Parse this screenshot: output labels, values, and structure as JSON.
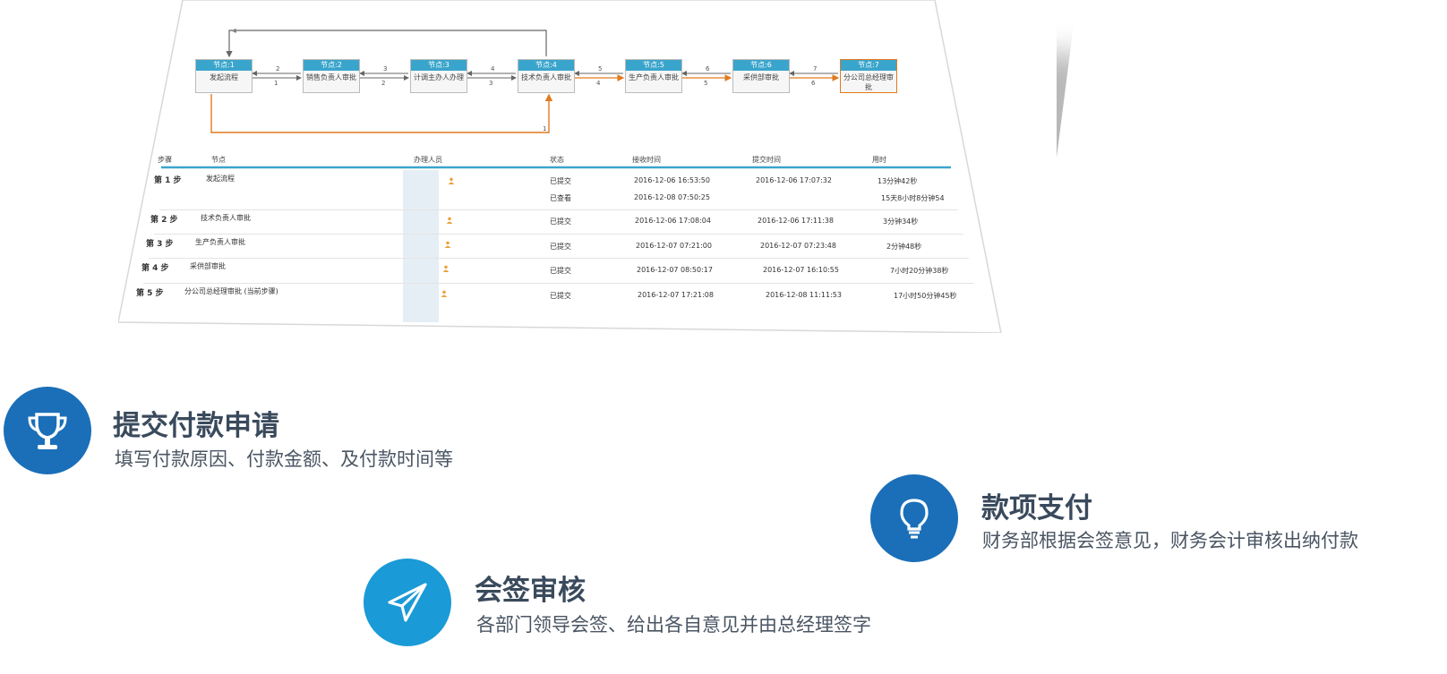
{
  "flow": {
    "nodes": [
      {
        "head": "节点:1",
        "body": "发起流程"
      },
      {
        "head": "节点:2",
        "body": "销售负责人审批"
      },
      {
        "head": "节点:3",
        "body": "计调主办人办理"
      },
      {
        "head": "节点:4",
        "body": "技术负责人审批"
      },
      {
        "head": "节点:5",
        "body": "生产负责人审批"
      },
      {
        "head": "节点:6",
        "body": "采供部审批"
      },
      {
        "head": "节点:7",
        "body": "分公司总经理审批"
      }
    ],
    "edge_labels": {
      "top_back": "4",
      "upper": [
        "2",
        "3",
        "4",
        "5",
        "6",
        "7"
      ],
      "lower": [
        "1",
        "2",
        "3",
        "4",
        "5",
        "6"
      ],
      "bottom_loop": "1"
    }
  },
  "table": {
    "headers": {
      "step": "步骤",
      "node": "节点",
      "handler": "办理人员",
      "status": "状态",
      "receive": "接收时间",
      "submit": "提交时间",
      "duration": "用时"
    },
    "rows": [
      {
        "step": "第 1 步",
        "node": "发起流程",
        "status": "已提交",
        "receive": "2016-12-06 16:53:50",
        "submit": "2016-12-06 17:07:32",
        "duration": "13分钟42秒"
      },
      {
        "step": "",
        "node": "",
        "status": "已查看",
        "receive": "2016-12-08 07:50:25",
        "submit": "",
        "duration": "15天8小时8分钟54"
      },
      {
        "step": "第 2 步",
        "node": "技术负责人审批",
        "status": "已提交",
        "receive": "2016-12-06 17:08:04",
        "submit": "2016-12-06 17:11:38",
        "duration": "3分钟34秒"
      },
      {
        "step": "第 3 步",
        "node": "生产负责人审批",
        "status": "已提交",
        "receive": "2016-12-07 07:21:00",
        "submit": "2016-12-07 07:23:48",
        "duration": "2分钟48秒"
      },
      {
        "step": "第 4 步",
        "node": "采供部审批",
        "status": "已提交",
        "receive": "2016-12-07 08:50:17",
        "submit": "2016-12-07 16:10:55",
        "duration": "7小时20分钟38秒"
      },
      {
        "step": "第 5 步",
        "node": "分公司总经理审批 (当前步骤)",
        "status": "已提交",
        "receive": "2016-12-07 17:21:08",
        "submit": "2016-12-08 11:11:53",
        "duration": "17小时50分钟45秒"
      }
    ]
  },
  "features": [
    {
      "icon": "trophy-icon",
      "title": "提交付款申请",
      "desc": "填写付款原因、付款金额、及付款时间等",
      "color": "#1a6fb8"
    },
    {
      "icon": "paper-plane-icon",
      "title": "会签审核",
      "desc": "各部门领导会签、给出各自意见并由总经理签字",
      "color": "#1a9ad6"
    },
    {
      "icon": "lightbulb-icon",
      "title": "款项支付",
      "desc": "财务部根据会签意见，财务会计审核出纳付款",
      "color": "#1a6fb8"
    }
  ],
  "colors": {
    "node_header": "#3aa5cc",
    "accent_orange": "#e07a1f",
    "table_header_line": "#3aa5cc"
  }
}
